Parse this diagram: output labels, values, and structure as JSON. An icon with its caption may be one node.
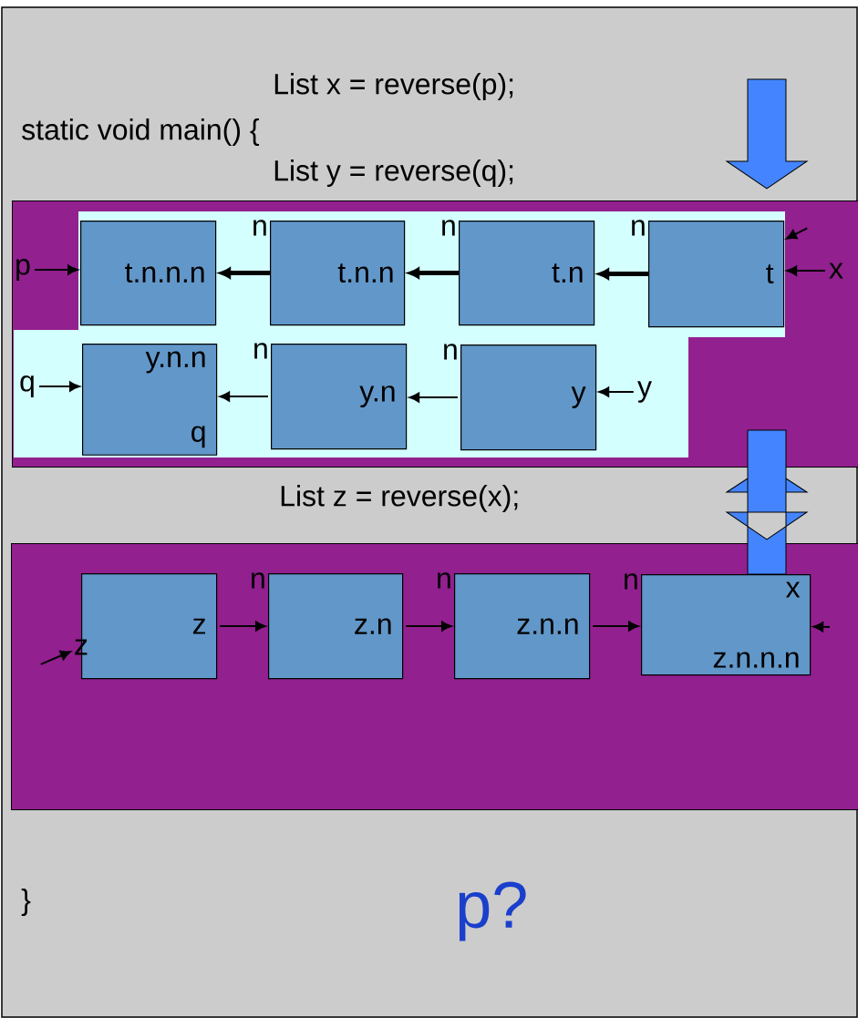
{
  "diagram": {
    "nodes": [
      {
        "text": [],
        "shape": "box"
      },
      {
        "text": [
          "t.n.n.n"
        ],
        "in": 0
      },
      {
        "text": [
          "t.n.n"
        ],
        "in": 0
      },
      {
        "text": [
          "t.n"
        ],
        "in": 0
      },
      {
        "text": [
          "t"
        ],
        "in": 0
      },
      {
        "text": [
          "y.n.n",
          "q"
        ],
        "in": 0
      },
      {
        "text": [
          "y.n"
        ],
        "in": 0
      },
      {
        "text": [
          "y"
        ],
        "in": 0
      },
      {
        "text": [],
        "shape": "box"
      },
      {
        "text": [
          "z"
        ],
        "in": 8
      },
      {
        "text": [
          "z.n"
        ],
        "in": 8
      },
      {
        "text": [
          "z.n.n"
        ],
        "in": 8
      },
      {
        "text": [
          "x",
          "z.n.n.n"
        ],
        "in": 8
      },
      {
        "text": [
          "p"
        ],
        "in": 0
      },
      {
        "text": [
          "q"
        ],
        "in": 0
      },
      {
        "text": [
          "x"
        ],
        "in": 0
      },
      {
        "text": [
          "y"
        ],
        "in": 0
      },
      {
        "text": [
          "z"
        ],
        "in": 8
      }
    ],
    "edges": [
      {
        "from": 2,
        "to": 1,
        "arrow": "to",
        "label": "n",
        "style": "thick"
      },
      {
        "from": 3,
        "to": 2,
        "arrow": "to",
        "label": "n",
        "style": "thick"
      },
      {
        "from": 4,
        "to": 3,
        "arrow": "to",
        "label": "n",
        "style": "thick"
      },
      {
        "from": 6,
        "to": 5,
        "arrow": "to",
        "label": "n"
      },
      {
        "from": 7,
        "to": 6,
        "arrow": "to",
        "label": "n"
      },
      {
        "from": 9,
        "to": 10,
        "arrow": "to",
        "label": "n"
      },
      {
        "from": 10,
        "to": 11,
        "arrow": "to",
        "label": "n"
      },
      {
        "from": 11,
        "to": 12,
        "arrow": "to",
        "label": "n"
      },
      {
        "from": 13,
        "to": 1,
        "arrow": "to"
      },
      {
        "from": 14,
        "to": 5,
        "arrow": "to"
      },
      {
        "from": 15,
        "to": 4,
        "arrow": "to"
      },
      {
        "from": 16,
        "to": 7,
        "arrow": "to"
      },
      {
        "from": null,
        "to": 4,
        "arrow": "to"
      },
      {
        "from": null,
        "to": 17,
        "arrow": "to"
      },
      {
        "from": null,
        "to": 12,
        "arrow": "to"
      }
    ],
    "labels": [
      "static void main() {",
      "List x = reverse(p);",
      "List y = reverse(q);",
      "List z = reverse(x);",
      "}",
      "p?"
    ]
  }
}
